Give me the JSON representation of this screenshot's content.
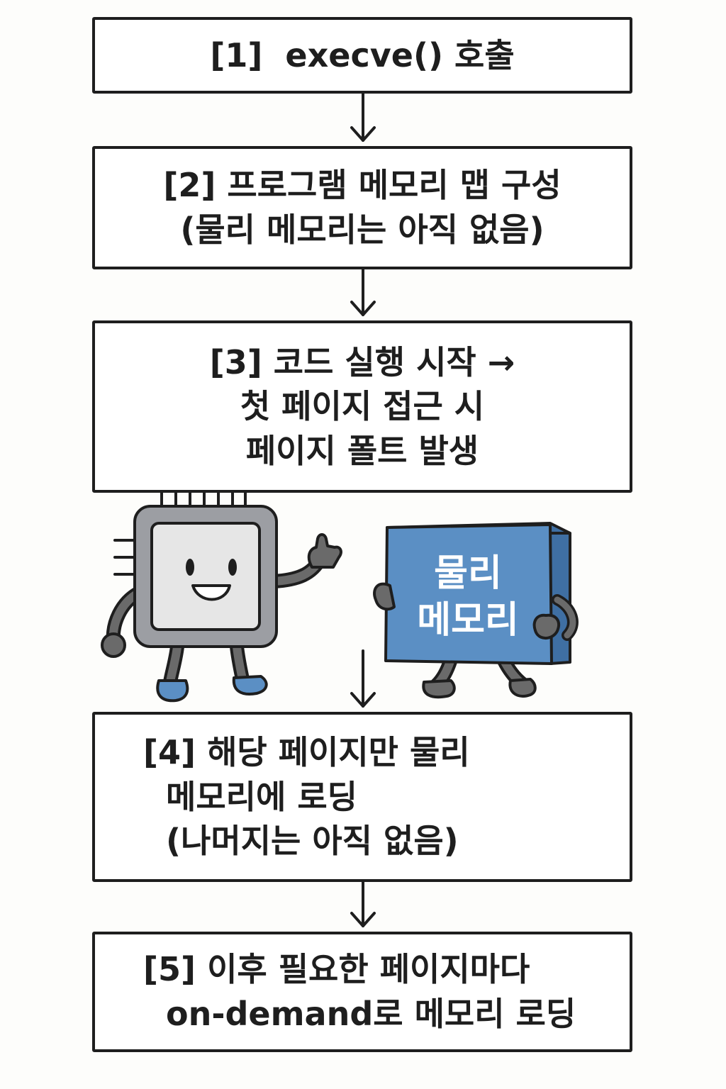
{
  "steps": [
    {
      "text": "[1]  execve() 호출"
    },
    {
      "text": "[2] 프로그램 메모리 맵 구성\n(물리 메모리는 아직 없음)"
    },
    {
      "text": "[3] 코드 실행 시작 →\n첫 페이지 접근 시\n페이지 폴트 발생"
    },
    {
      "text": "[4] 해당 페이지만 물리\n  메모리에 로딩\n  (나머지는 아직 없음)"
    },
    {
      "text": "[5] 이후 필요한 페이지마다\n  on-demand로 메모리 로딩"
    }
  ],
  "illustration": {
    "cpu_character": "cpu-chip-character",
    "memory_character": "physical-memory-character",
    "memory_label_line1": "물리",
    "memory_label_line2": "메모리"
  },
  "colors": {
    "outline": "#1e1e1e",
    "memory_blue": "#5b8fc4",
    "memory_blue_dark": "#3f6fa3",
    "chip_gray": "#9c9ea3",
    "chip_screen": "#e6e6e6",
    "limb_gray": "#6a6a6a",
    "shoe_blue": "#5b8fc4"
  }
}
